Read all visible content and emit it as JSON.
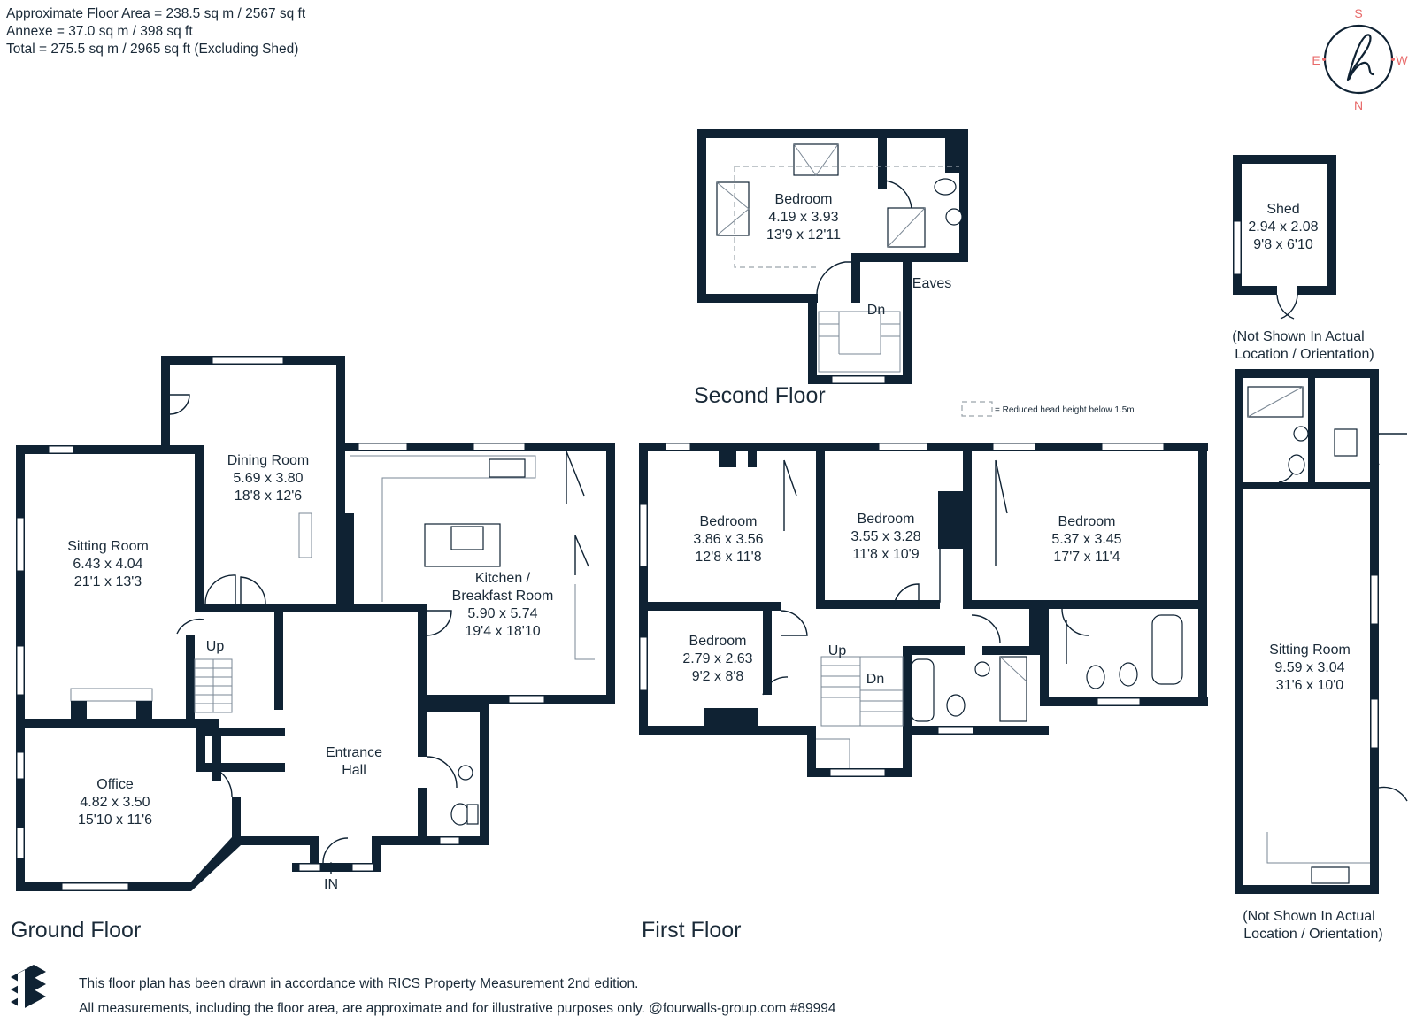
{
  "summary": {
    "floor_area": "Approximate Floor Area = 238.5 sq m / 2567 sq ft",
    "annexe": "Annexe = 37.0 sq m / 398 sq ft",
    "total": "Total = 275.5 sq m / 2965 sq ft (Excluding Shed)"
  },
  "compass": {
    "s": "S",
    "e": "E",
    "w": "W",
    "n": "N",
    "accent": "#e86a6a",
    "icon": "compass-logo-icon"
  },
  "floors": {
    "ground": "Ground Floor",
    "first": "First Floor",
    "second": "Second Floor"
  },
  "rooms": {
    "sitting": {
      "name": "Sitting Room",
      "metric": "6.43 x 4.04",
      "imperial": "21'1 x 13'3"
    },
    "dining": {
      "name": "Dining Room",
      "metric": "5.69 x 3.80",
      "imperial": "18'8 x 12'6"
    },
    "kitchen": {
      "name1": "Kitchen /",
      "name2": "Breakfast Room",
      "metric": "5.90 x 5.74",
      "imperial": "19'4 x 18'10"
    },
    "office": {
      "name": "Office",
      "metric": "4.82 x 3.50",
      "imperial": "15'10 x 11'6"
    },
    "entrance": {
      "name1": "Entrance",
      "name2": "Hall"
    },
    "bed1": {
      "name": "Bedroom",
      "metric": "3.86 x 3.56",
      "imperial": "12'8 x 11'8"
    },
    "bed2": {
      "name": "Bedroom",
      "metric": "3.55 x 3.28",
      "imperial": "11'8 x 10'9"
    },
    "bed3": {
      "name": "Bedroom",
      "metric": "5.37 x 3.45",
      "imperial": "17'7 x 11'4"
    },
    "bed4": {
      "name": "Bedroom",
      "metric": "2.79 x 2.63",
      "imperial": "9'2 x 8'8"
    },
    "bed5": {
      "name": "Bedroom",
      "metric": "4.19 x 3.93",
      "imperial": "13'9 x 12'11"
    },
    "shed": {
      "name": "Shed",
      "metric": "2.94 x 2.08",
      "imperial": "9'8 x 6'10"
    },
    "annexe_sitting": {
      "name": "Sitting Room",
      "metric": "9.59 x 3.04",
      "imperial": "31'6 x 10'0"
    }
  },
  "labels": {
    "up": "Up",
    "dn": "Dn",
    "in": "IN",
    "eaves": "Eaves",
    "not_shown_1": "(Not Shown In Actual",
    "not_shown_2": "Location / Orientation)"
  },
  "legend": {
    "reduced_head": "= Reduced head height below 1.5m"
  },
  "footer": {
    "line1": "This floor plan has been drawn in accordance with RICS Property Measurement 2nd edition.",
    "line2": "All measurements, including the floor area, are approximate and for illustrative purposes only. @fourwalls-group.com #89994",
    "logo_icon": "fourwalls-logo-icon"
  },
  "colors": {
    "wall": "#0f2233",
    "text": "#1a2a38"
  }
}
